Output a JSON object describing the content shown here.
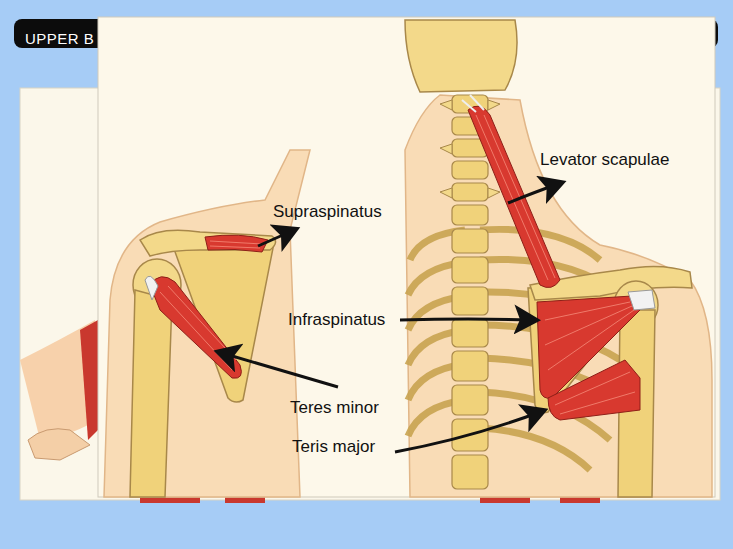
{
  "diagram": {
    "labels": [
      "UPPER B",
      "Levator scapulae",
      "Supraspinatus",
      "Infraspinatus",
      "Teres minor",
      "Teris major"
    ]
  }
}
